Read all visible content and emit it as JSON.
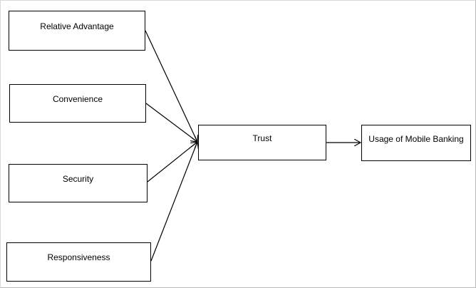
{
  "diagram": {
    "factors": [
      {
        "label": "Relative Advantage"
      },
      {
        "label": "Convenience"
      },
      {
        "label": "Security"
      },
      {
        "label": "Responsiveness"
      }
    ],
    "mediator": {
      "label": "Trust"
    },
    "outcome": {
      "label": "Usage of Mobile Banking"
    },
    "edges": [
      {
        "from": "Relative Advantage",
        "to": "Trust"
      },
      {
        "from": "Convenience",
        "to": "Trust"
      },
      {
        "from": "Security",
        "to": "Trust"
      },
      {
        "from": "Responsiveness",
        "to": "Trust"
      },
      {
        "from": "Trust",
        "to": "Usage of Mobile Banking"
      }
    ],
    "colors": {
      "stroke": "#000000",
      "background": "#ffffff"
    }
  }
}
